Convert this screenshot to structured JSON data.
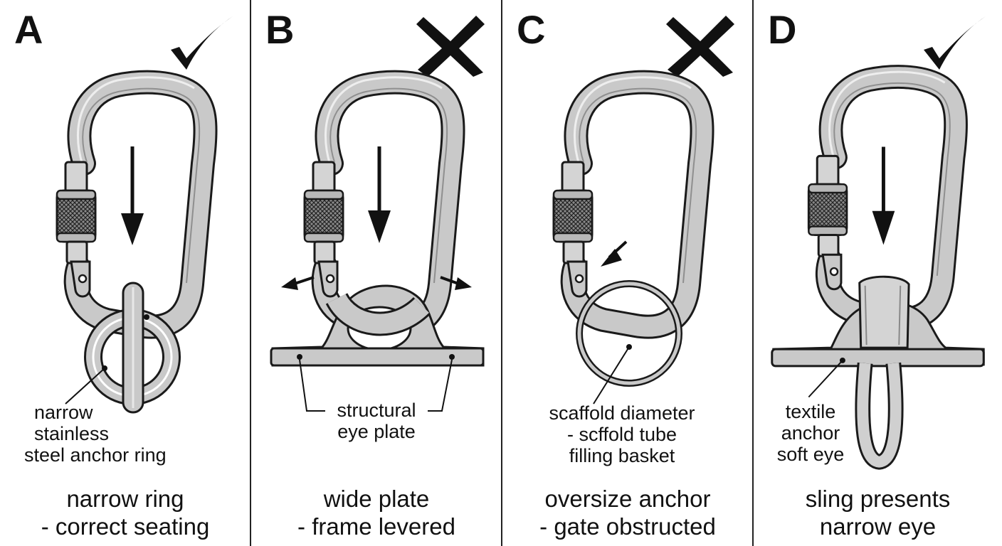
{
  "panels": [
    {
      "letter": "A",
      "verdict": "correct",
      "label_lines": [
        "narrow",
        "stainless",
        "steel anchor ring"
      ],
      "caption_lines": [
        "narrow ring",
        "- correct seating"
      ]
    },
    {
      "letter": "B",
      "verdict": "incorrect",
      "label_lines": [
        "structural",
        "eye plate"
      ],
      "caption_lines": [
        "wide plate",
        "- frame levered"
      ]
    },
    {
      "letter": "C",
      "verdict": "incorrect",
      "label_lines": [
        "scaffold diameter",
        "- scffold tube",
        "filling basket"
      ],
      "caption_lines": [
        "oversize anchor",
        "- gate obstructed"
      ]
    },
    {
      "letter": "D",
      "verdict": "correct",
      "label_lines": [
        "textile",
        "anchor",
        "soft eye"
      ],
      "caption_lines": [
        "sling presents",
        "narrow eye"
      ]
    }
  ],
  "icons": {
    "correct": "check-mark-icon",
    "incorrect": "cross-mark-icon"
  },
  "colors": {
    "metal": "#c9c9c9",
    "metal_dark": "#9a9a9a",
    "outline": "#1a1a1a",
    "background": "#ffffff"
  }
}
